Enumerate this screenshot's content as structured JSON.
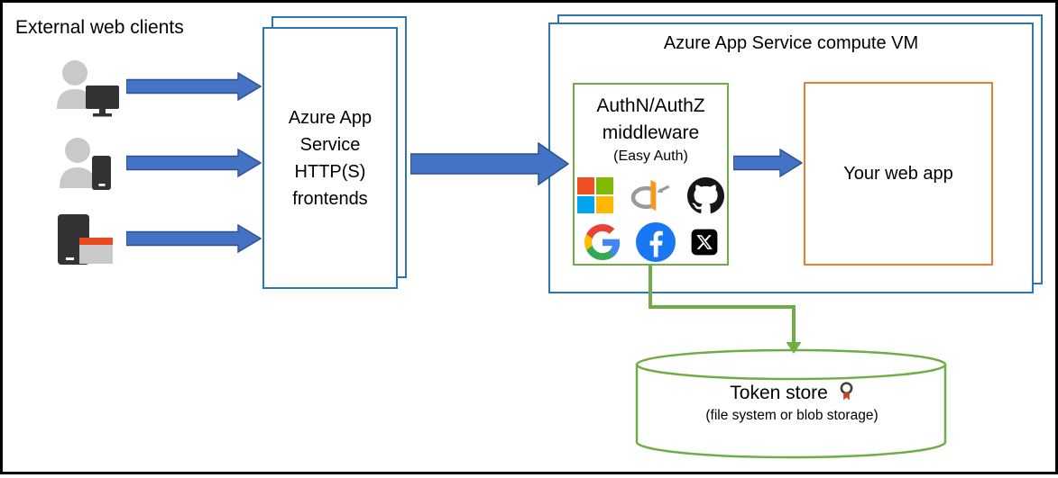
{
  "external_clients": {
    "label": "External web clients",
    "clients": [
      {
        "icon": "desktop-user-icon"
      },
      {
        "icon": "mobile-user-icon"
      },
      {
        "icon": "kiosk-browser-icon"
      }
    ]
  },
  "frontends": {
    "label": "Azure App Service HTTP(S) frontends",
    "lines": [
      "Azure App",
      "Service",
      "HTTP(S)",
      "frontends"
    ]
  },
  "compute_vm": {
    "title": "Azure App Service compute VM"
  },
  "middleware": {
    "title_line1": "AuthN/AuthZ",
    "title_line2": "middleware",
    "subtitle": "(Easy Auth)",
    "providers": [
      {
        "name": "Microsoft",
        "icon": "microsoft-icon"
      },
      {
        "name": "OpenID Connect",
        "icon": "openid-icon"
      },
      {
        "name": "GitHub",
        "icon": "github-icon"
      },
      {
        "name": "Google",
        "icon": "google-icon"
      },
      {
        "name": "Facebook",
        "icon": "facebook-icon"
      },
      {
        "name": "X",
        "icon": "x-icon"
      }
    ]
  },
  "web_app": {
    "label": "Your web app"
  },
  "token_store": {
    "title": "Token store",
    "subtitle": "(file system or blob storage)",
    "icon": "token-badge-icon"
  },
  "colors": {
    "box_blue": "#2E75B6",
    "arrow_fill": "#4472C4",
    "arrow_stroke": "#2F528F",
    "green": "#70AD47",
    "orange": "#ED7D31",
    "person_gray": "#C9C9C9",
    "device_dark": "#333333",
    "window_header_orange": "#E8491D"
  }
}
